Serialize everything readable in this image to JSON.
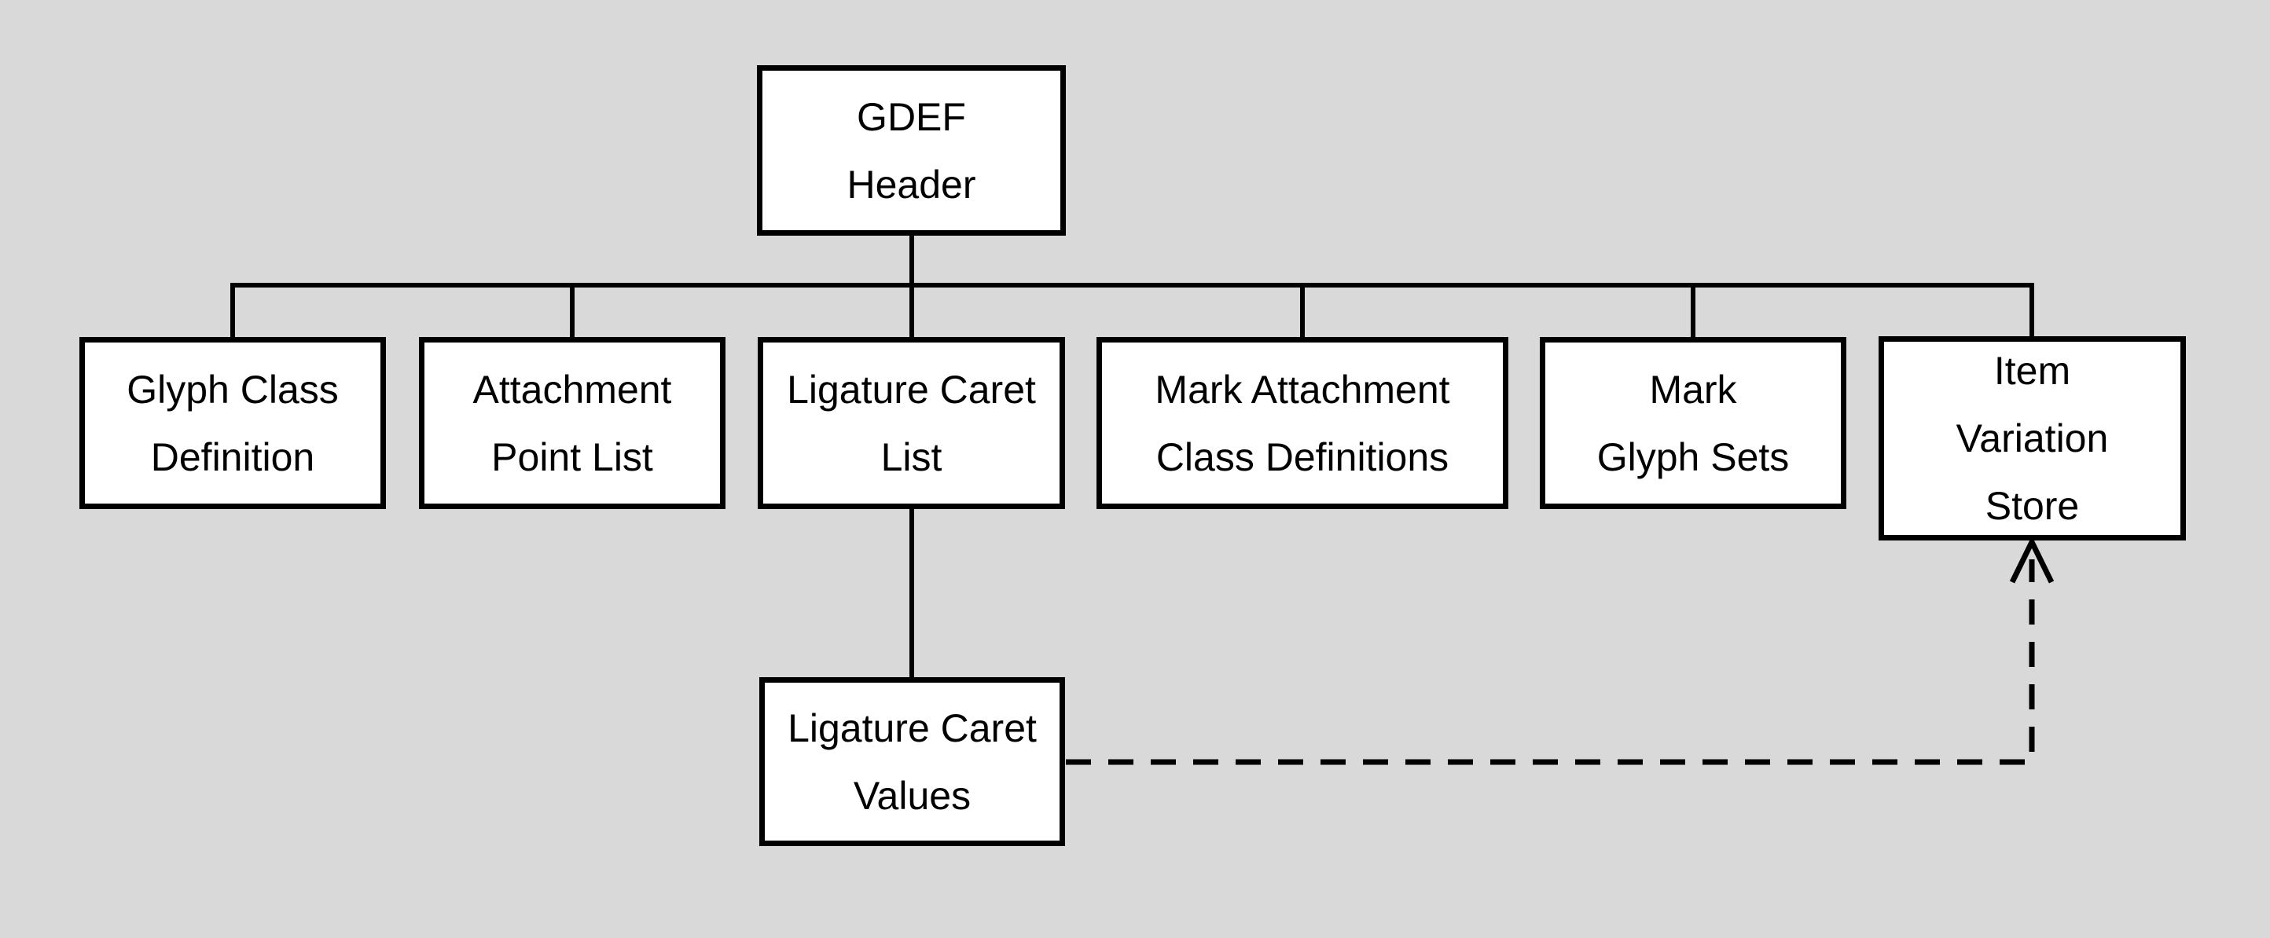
{
  "colors": {
    "background": "#d9d9d9",
    "box_fill": "#ffffff",
    "line": "#000000",
    "text": "#000000"
  },
  "nodes": {
    "gdef_header": {
      "label": "GDEF\nHeader"
    },
    "glyph_class_definition": {
      "label": "Glyph Class\nDefinition"
    },
    "attachment_point_list": {
      "label": "Attachment\nPoint List"
    },
    "ligature_caret_list": {
      "label": "Ligature Caret\nList"
    },
    "mark_attachment_class_definitions": {
      "label": "Mark Attachment\nClass Definitions"
    },
    "mark_glyph_sets": {
      "label": "Mark\nGlyph Sets"
    },
    "item_variation_store": {
      "label": "Item\nVariation\nStore"
    },
    "ligature_caret_values": {
      "label": "Ligature Caret\nValues"
    }
  },
  "edges": [
    {
      "from": "gdef_header",
      "to": "glyph_class_definition",
      "style": "solid"
    },
    {
      "from": "gdef_header",
      "to": "attachment_point_list",
      "style": "solid"
    },
    {
      "from": "gdef_header",
      "to": "ligature_caret_list",
      "style": "solid"
    },
    {
      "from": "gdef_header",
      "to": "mark_attachment_class_definitions",
      "style": "solid"
    },
    {
      "from": "gdef_header",
      "to": "mark_glyph_sets",
      "style": "solid"
    },
    {
      "from": "gdef_header",
      "to": "item_variation_store",
      "style": "solid"
    },
    {
      "from": "ligature_caret_list",
      "to": "ligature_caret_values",
      "style": "solid"
    },
    {
      "from": "ligature_caret_values",
      "to": "item_variation_store",
      "style": "dashed-arrow"
    }
  ]
}
